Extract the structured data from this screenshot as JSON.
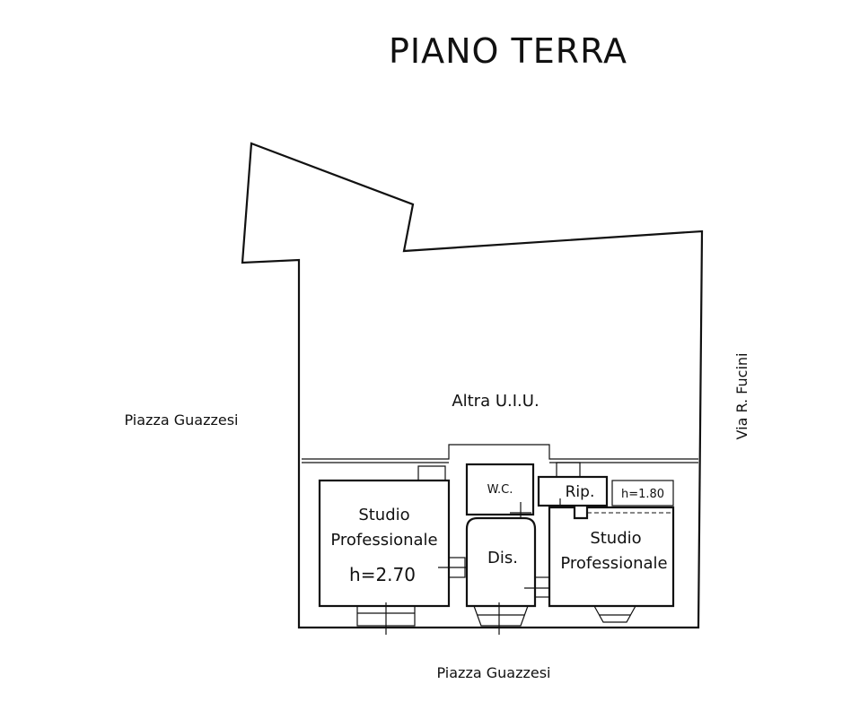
{
  "title": "PIANO TERRA",
  "streets": {
    "left": "Piazza Guazzesi",
    "bottom": "Piazza Guazzesi",
    "right": "Via R. Fucini"
  },
  "areas": {
    "other_unit": "Altra U.I.U."
  },
  "rooms": {
    "studio_left": {
      "line1": "Studio",
      "line2": "Professionale",
      "height": "h=2.70"
    },
    "wc": "W.C.",
    "dis": "Dis.",
    "rip": "Rip.",
    "height_small": "h=1.80",
    "studio_right": {
      "line1": "Studio",
      "line2": "Professionale"
    }
  }
}
